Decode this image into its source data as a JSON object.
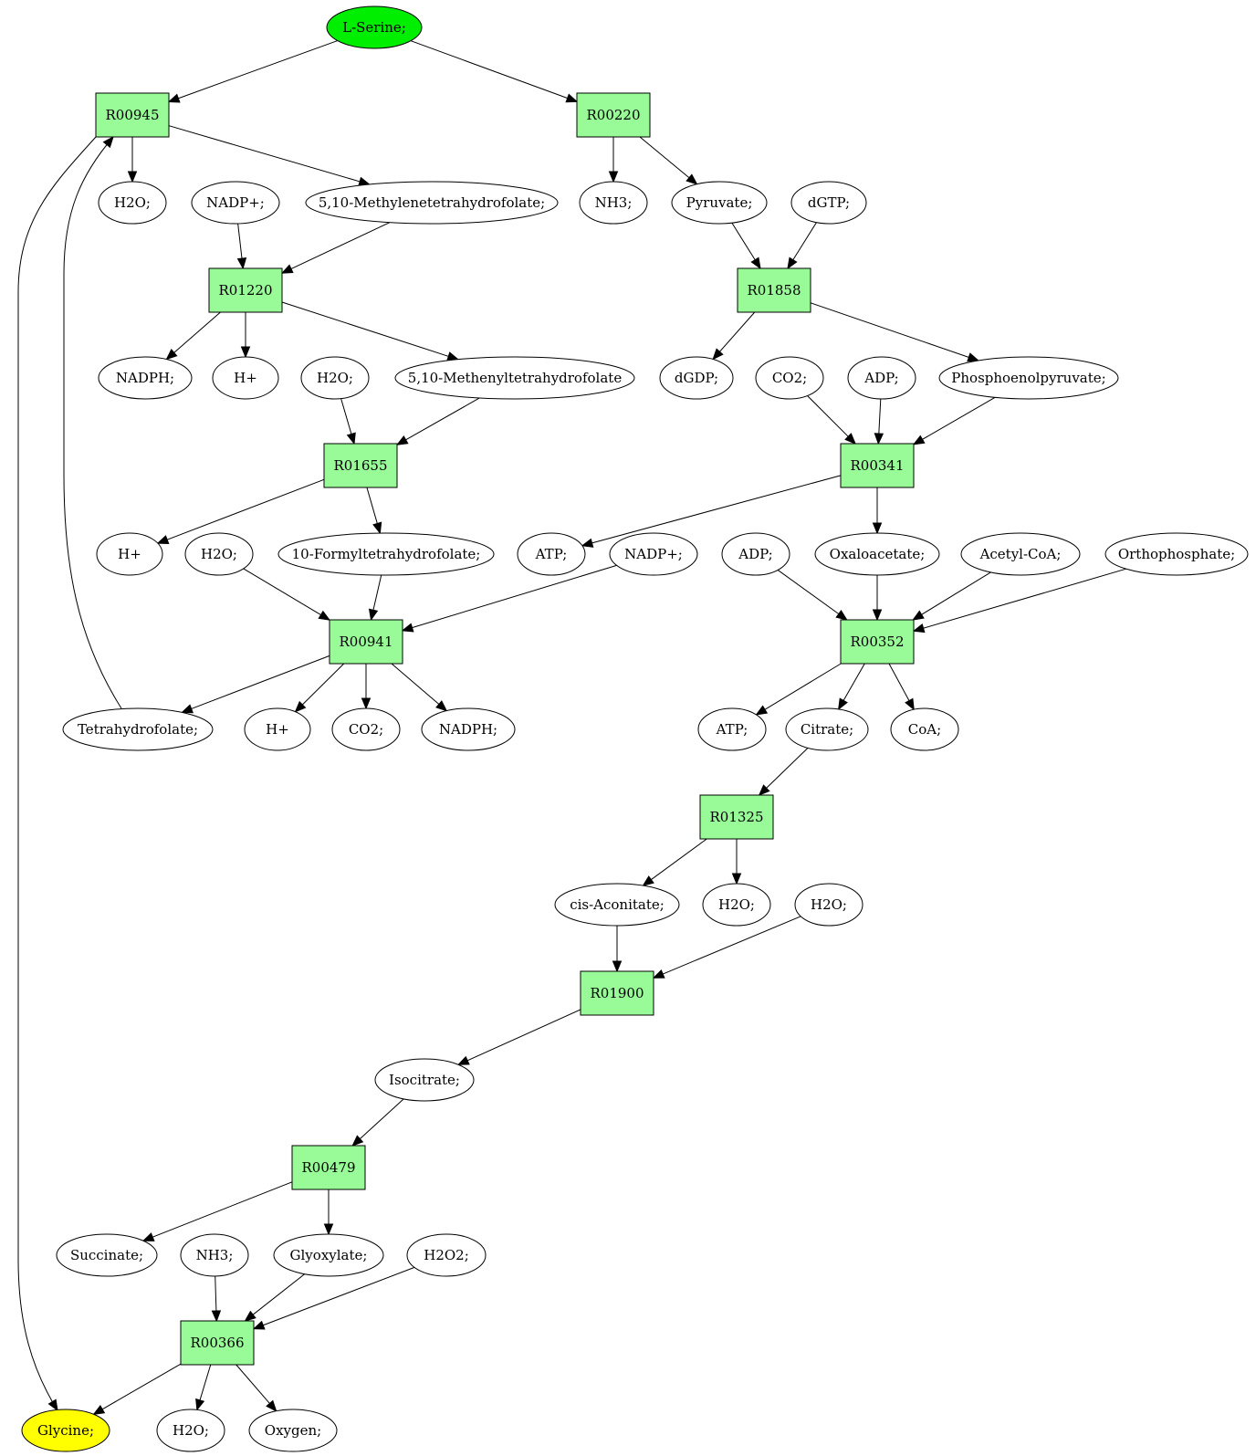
{
  "colors": {
    "reaction_fill": "#98fb98",
    "start_fill": "#00ee00",
    "end_fill": "#ffff00",
    "default_fill": "#ffffff",
    "line": "#000000"
  },
  "nodes": [
    {
      "id": "n_serine",
      "kind": "compound",
      "role": "start",
      "label": "L-Serine;"
    },
    {
      "id": "r_R00945",
      "kind": "reaction",
      "label": "R00945"
    },
    {
      "id": "r_R00220",
      "kind": "reaction",
      "label": "R00220"
    },
    {
      "id": "n_h2o_a",
      "kind": "compound",
      "label": "H2O;"
    },
    {
      "id": "n_nadpp_a",
      "kind": "compound",
      "label": "NADP+;"
    },
    {
      "id": "n_methylene",
      "kind": "compound",
      "label": "5,10-Methylenetetrahydrofolate;"
    },
    {
      "id": "n_nh3_a",
      "kind": "compound",
      "label": "NH3;"
    },
    {
      "id": "n_pyruvate",
      "kind": "compound",
      "label": "Pyruvate;"
    },
    {
      "id": "n_dgtp",
      "kind": "compound",
      "label": "dGTP;"
    },
    {
      "id": "r_R01220",
      "kind": "reaction",
      "label": "R01220"
    },
    {
      "id": "r_R01858",
      "kind": "reaction",
      "label": "R01858"
    },
    {
      "id": "n_nadph_a",
      "kind": "compound",
      "label": "NADPH;"
    },
    {
      "id": "n_hp_a",
      "kind": "compound",
      "label": "H+"
    },
    {
      "id": "n_h2o_b",
      "kind": "compound",
      "label": "H2O;"
    },
    {
      "id": "n_methenyl",
      "kind": "compound",
      "label": "5,10-Methenyltetrahydrofolate"
    },
    {
      "id": "n_dgdp",
      "kind": "compound",
      "label": "dGDP;"
    },
    {
      "id": "n_co2_a",
      "kind": "compound",
      "label": "CO2;"
    },
    {
      "id": "n_adp_a",
      "kind": "compound",
      "label": "ADP;"
    },
    {
      "id": "n_pep",
      "kind": "compound",
      "label": "Phosphoenolpyruvate;"
    },
    {
      "id": "r_R01655",
      "kind": "reaction",
      "label": "R01655"
    },
    {
      "id": "r_R00341",
      "kind": "reaction",
      "label": "R00341"
    },
    {
      "id": "n_hp_b",
      "kind": "compound",
      "label": "H+"
    },
    {
      "id": "n_h2o_c",
      "kind": "compound",
      "label": "H2O;"
    },
    {
      "id": "n_formyl",
      "kind": "compound",
      "label": "10-Formyltetrahydrofolate;"
    },
    {
      "id": "n_atp_a",
      "kind": "compound",
      "label": "ATP;"
    },
    {
      "id": "n_nadpp_b",
      "kind": "compound",
      "label": "NADP+;"
    },
    {
      "id": "n_adp_b",
      "kind": "compound",
      "label": "ADP;"
    },
    {
      "id": "n_oxalo",
      "kind": "compound",
      "label": "Oxaloacetate;"
    },
    {
      "id": "n_acetyl",
      "kind": "compound",
      "label": "Acetyl-CoA;"
    },
    {
      "id": "n_ortho",
      "kind": "compound",
      "label": "Orthophosphate;"
    },
    {
      "id": "r_R00941",
      "kind": "reaction",
      "label": "R00941"
    },
    {
      "id": "r_R00352",
      "kind": "reaction",
      "label": "R00352"
    },
    {
      "id": "n_thf",
      "kind": "compound",
      "label": "Tetrahydrofolate;"
    },
    {
      "id": "n_hp_c",
      "kind": "compound",
      "label": "H+"
    },
    {
      "id": "n_co2_b",
      "kind": "compound",
      "label": "CO2;"
    },
    {
      "id": "n_nadph_b",
      "kind": "compound",
      "label": "NADPH;"
    },
    {
      "id": "n_atp_b",
      "kind": "compound",
      "label": "ATP;"
    },
    {
      "id": "n_citrate",
      "kind": "compound",
      "label": "Citrate;"
    },
    {
      "id": "n_coa",
      "kind": "compound",
      "label": "CoA;"
    },
    {
      "id": "r_R01325",
      "kind": "reaction",
      "label": "R01325"
    },
    {
      "id": "n_cisacon",
      "kind": "compound",
      "label": "cis-Aconitate;"
    },
    {
      "id": "n_h2o_d",
      "kind": "compound",
      "label": "H2O;"
    },
    {
      "id": "n_h2o_e",
      "kind": "compound",
      "label": "H2O;"
    },
    {
      "id": "r_R01900",
      "kind": "reaction",
      "label": "R01900"
    },
    {
      "id": "n_isocit",
      "kind": "compound",
      "label": "Isocitrate;"
    },
    {
      "id": "r_R00479",
      "kind": "reaction",
      "label": "R00479"
    },
    {
      "id": "n_succ",
      "kind": "compound",
      "label": "Succinate;"
    },
    {
      "id": "n_nh3_b",
      "kind": "compound",
      "label": "NH3;"
    },
    {
      "id": "n_glyox",
      "kind": "compound",
      "label": "Glyoxylate;"
    },
    {
      "id": "n_h2o2",
      "kind": "compound",
      "label": "H2O2;"
    },
    {
      "id": "r_R00366",
      "kind": "reaction",
      "label": "R00366"
    },
    {
      "id": "n_glycine",
      "kind": "compound",
      "role": "end",
      "label": "Glycine;"
    },
    {
      "id": "n_h2o_f",
      "kind": "compound",
      "label": "H2O;"
    },
    {
      "id": "n_oxygen",
      "kind": "compound",
      "label": "Oxygen;"
    }
  ],
  "edges": [
    [
      "n_serine",
      "r_R00945"
    ],
    [
      "n_serine",
      "r_R00220"
    ],
    [
      "r_R00945",
      "n_h2o_a"
    ],
    [
      "r_R00945",
      "n_methylene"
    ],
    [
      "r_R00945",
      "n_glycine"
    ],
    [
      "r_R00220",
      "n_nh3_a"
    ],
    [
      "r_R00220",
      "n_pyruvate"
    ],
    [
      "n_nadpp_a",
      "r_R01220"
    ],
    [
      "n_methylene",
      "r_R01220"
    ],
    [
      "n_pyruvate",
      "r_R01858"
    ],
    [
      "n_dgtp",
      "r_R01858"
    ],
    [
      "r_R01220",
      "n_nadph_a"
    ],
    [
      "r_R01220",
      "n_hp_a"
    ],
    [
      "r_R01220",
      "n_methenyl"
    ],
    [
      "r_R01858",
      "n_dgdp"
    ],
    [
      "r_R01858",
      "n_pep"
    ],
    [
      "n_h2o_b",
      "r_R01655"
    ],
    [
      "n_methenyl",
      "r_R01655"
    ],
    [
      "n_co2_a",
      "r_R00341"
    ],
    [
      "n_adp_a",
      "r_R00341"
    ],
    [
      "n_pep",
      "r_R00341"
    ],
    [
      "r_R01655",
      "n_hp_b"
    ],
    [
      "r_R01655",
      "n_formyl"
    ],
    [
      "r_R00341",
      "n_atp_a"
    ],
    [
      "r_R00341",
      "n_oxalo"
    ],
    [
      "n_h2o_c",
      "r_R00941"
    ],
    [
      "n_formyl",
      "r_R00941"
    ],
    [
      "n_nadpp_b",
      "r_R00941"
    ],
    [
      "n_adp_b",
      "r_R00352"
    ],
    [
      "n_oxalo",
      "r_R00352"
    ],
    [
      "n_acetyl",
      "r_R00352"
    ],
    [
      "n_ortho",
      "r_R00352"
    ],
    [
      "r_R00941",
      "n_thf"
    ],
    [
      "r_R00941",
      "n_hp_c"
    ],
    [
      "r_R00941",
      "n_co2_b"
    ],
    [
      "r_R00941",
      "n_nadph_b"
    ],
    [
      "n_thf",
      "r_R00945"
    ],
    [
      "r_R00352",
      "n_atp_b"
    ],
    [
      "r_R00352",
      "n_citrate"
    ],
    [
      "r_R00352",
      "n_coa"
    ],
    [
      "n_citrate",
      "r_R01325"
    ],
    [
      "r_R01325",
      "n_cisacon"
    ],
    [
      "r_R01325",
      "n_h2o_d"
    ],
    [
      "n_cisacon",
      "r_R01900"
    ],
    [
      "n_h2o_e",
      "r_R01900"
    ],
    [
      "r_R01900",
      "n_isocit"
    ],
    [
      "n_isocit",
      "r_R00479"
    ],
    [
      "r_R00479",
      "n_succ"
    ],
    [
      "r_R00479",
      "n_glyox"
    ],
    [
      "n_nh3_b",
      "r_R00366"
    ],
    [
      "n_glyox",
      "r_R00366"
    ],
    [
      "n_h2o2",
      "r_R00366"
    ],
    [
      "r_R00366",
      "n_glycine"
    ],
    [
      "r_R00366",
      "n_h2o_f"
    ],
    [
      "r_R00366",
      "n_oxygen"
    ]
  ]
}
